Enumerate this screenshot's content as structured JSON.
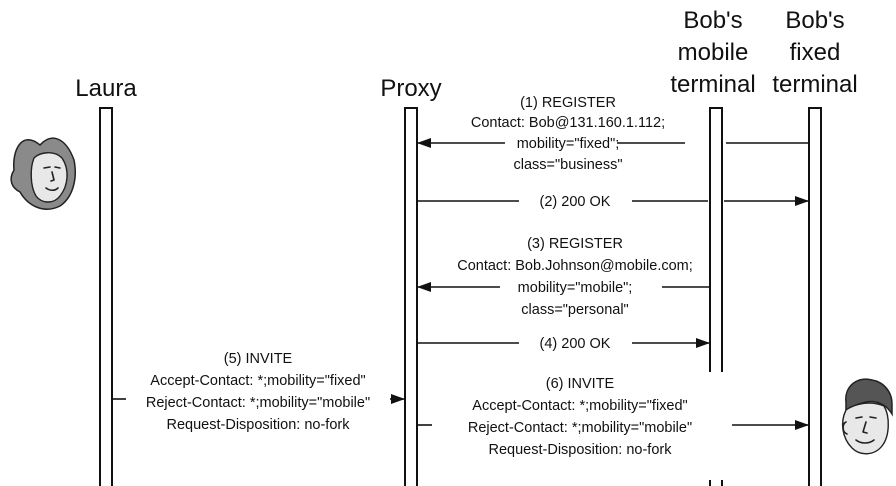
{
  "actors": {
    "laura": "Laura",
    "proxy": "Proxy",
    "bob_mobile": [
      "Bob's",
      "mobile",
      "terminal"
    ],
    "bob_fixed": [
      "Bob's",
      "fixed",
      "terminal"
    ]
  },
  "messages": {
    "m1": [
      "(1) REGISTER",
      "Contact: Bob@131.160.1.112;",
      "mobility=\"fixed\";",
      "class=\"business\""
    ],
    "m2": [
      "(2) 200 OK"
    ],
    "m3": [
      "(3) REGISTER",
      "Contact: Bob.Johnson@mobile.com;",
      "mobility=\"mobile\";",
      "class=\"personal\""
    ],
    "m4": [
      "(4) 200 OK"
    ],
    "m5": [
      "(5) INVITE",
      "Accept-Contact: *;mobility=\"fixed\"",
      "Reject-Contact: *;mobility=\"mobile\"",
      "Request-Disposition: no-fork"
    ],
    "m6": [
      "(6) INVITE",
      "Accept-Contact: *;mobility=\"fixed\"",
      "Reject-Contact: *;mobility=\"mobile\"",
      "Request-Disposition: no-fork"
    ]
  },
  "icons": {
    "laura": "woman-face-icon",
    "bob": "man-face-icon"
  }
}
